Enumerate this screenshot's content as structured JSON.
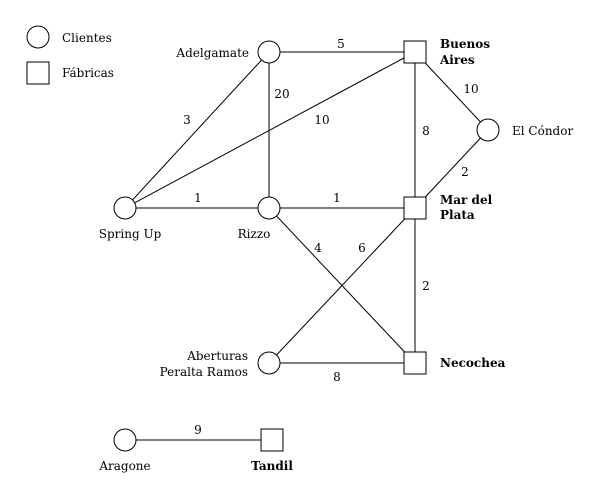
{
  "legend": {
    "clients": "Clientes",
    "factories": "Fábricas"
  },
  "nodes": {
    "adelgamate": {
      "kind": "client",
      "label": [
        "Adelgamate"
      ]
    },
    "buenos_aires": {
      "kind": "factory",
      "label": [
        "Buenos",
        "Aires"
      ]
    },
    "el_condor": {
      "kind": "client",
      "label": [
        "El Cóndor"
      ]
    },
    "spring_up": {
      "kind": "client",
      "label": [
        "Spring Up"
      ]
    },
    "rizzo": {
      "kind": "client",
      "label": [
        "Rizzo"
      ]
    },
    "mar_del_plata": {
      "kind": "factory",
      "label": [
        "Mar del",
        "Plata"
      ]
    },
    "aberturas": {
      "kind": "client",
      "label": [
        "Aberturas",
        "Peralta Ramos"
      ]
    },
    "necochea": {
      "kind": "factory",
      "label": [
        "Necochea"
      ]
    },
    "aragone": {
      "kind": "client",
      "label": [
        "Aragone"
      ]
    },
    "tandil": {
      "kind": "factory",
      "label": [
        "Tandil"
      ]
    }
  },
  "edges": [
    {
      "from": "adelgamate",
      "to": "buenos_aires",
      "weight": "5"
    },
    {
      "from": "adelgamate",
      "to": "rizzo",
      "weight": "20"
    },
    {
      "from": "adelgamate",
      "to": "spring_up",
      "weight": "3"
    },
    {
      "from": "spring_up",
      "to": "buenos_aires",
      "weight": "10"
    },
    {
      "from": "buenos_aires",
      "to": "el_condor",
      "weight": "10"
    },
    {
      "from": "buenos_aires",
      "to": "mar_del_plata",
      "weight": "8"
    },
    {
      "from": "el_condor",
      "to": "mar_del_plata",
      "weight": "2"
    },
    {
      "from": "spring_up",
      "to": "rizzo",
      "weight": "1"
    },
    {
      "from": "rizzo",
      "to": "mar_del_plata",
      "weight": "1"
    },
    {
      "from": "rizzo",
      "to": "necochea",
      "weight": "4"
    },
    {
      "from": "mar_del_plata",
      "to": "aberturas",
      "weight": "6"
    },
    {
      "from": "mar_del_plata",
      "to": "necochea",
      "weight": "2"
    },
    {
      "from": "aberturas",
      "to": "necochea",
      "weight": "8"
    },
    {
      "from": "aragone",
      "to": "tandil",
      "weight": "9"
    }
  ]
}
